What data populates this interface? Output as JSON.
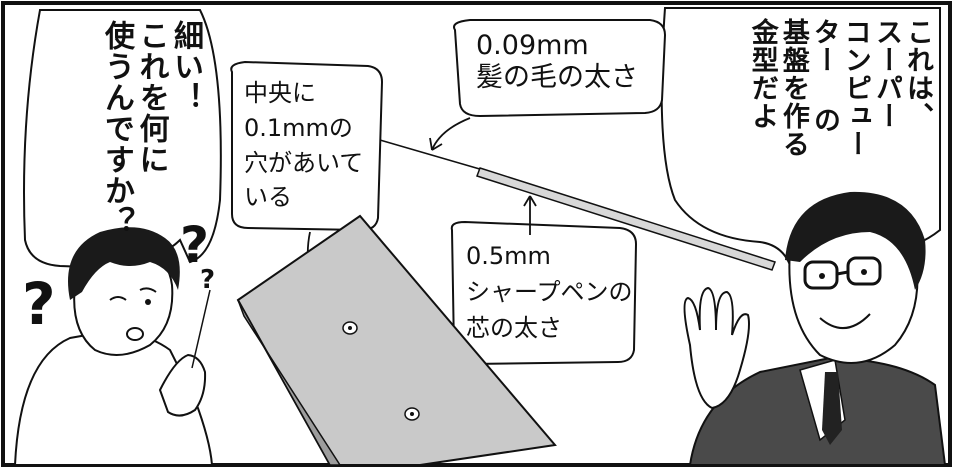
{
  "speech": {
    "left_bubble": "細い！\nこれを何に\n使うんですか？",
    "right_bubble": "これは、\nスーパー\nコンピュー\nター の\n基盤を作る\n金型だよ"
  },
  "callouts": {
    "hair": "0.09mm\n髪の毛の太さ",
    "hole": "中央に\n0.1mmの\n穴があいて\nいる",
    "lead": "0.5mm\nシャープペンの\n芯の太さ"
  },
  "marks": {
    "question_left": "?",
    "question_right": "?",
    "question_small": "?"
  },
  "colors": {
    "line": "#111111",
    "plate": "#c9c9c9",
    "suit": "#4a4a4a",
    "hair": "#1a1a1a",
    "bg": "#ffffff"
  }
}
